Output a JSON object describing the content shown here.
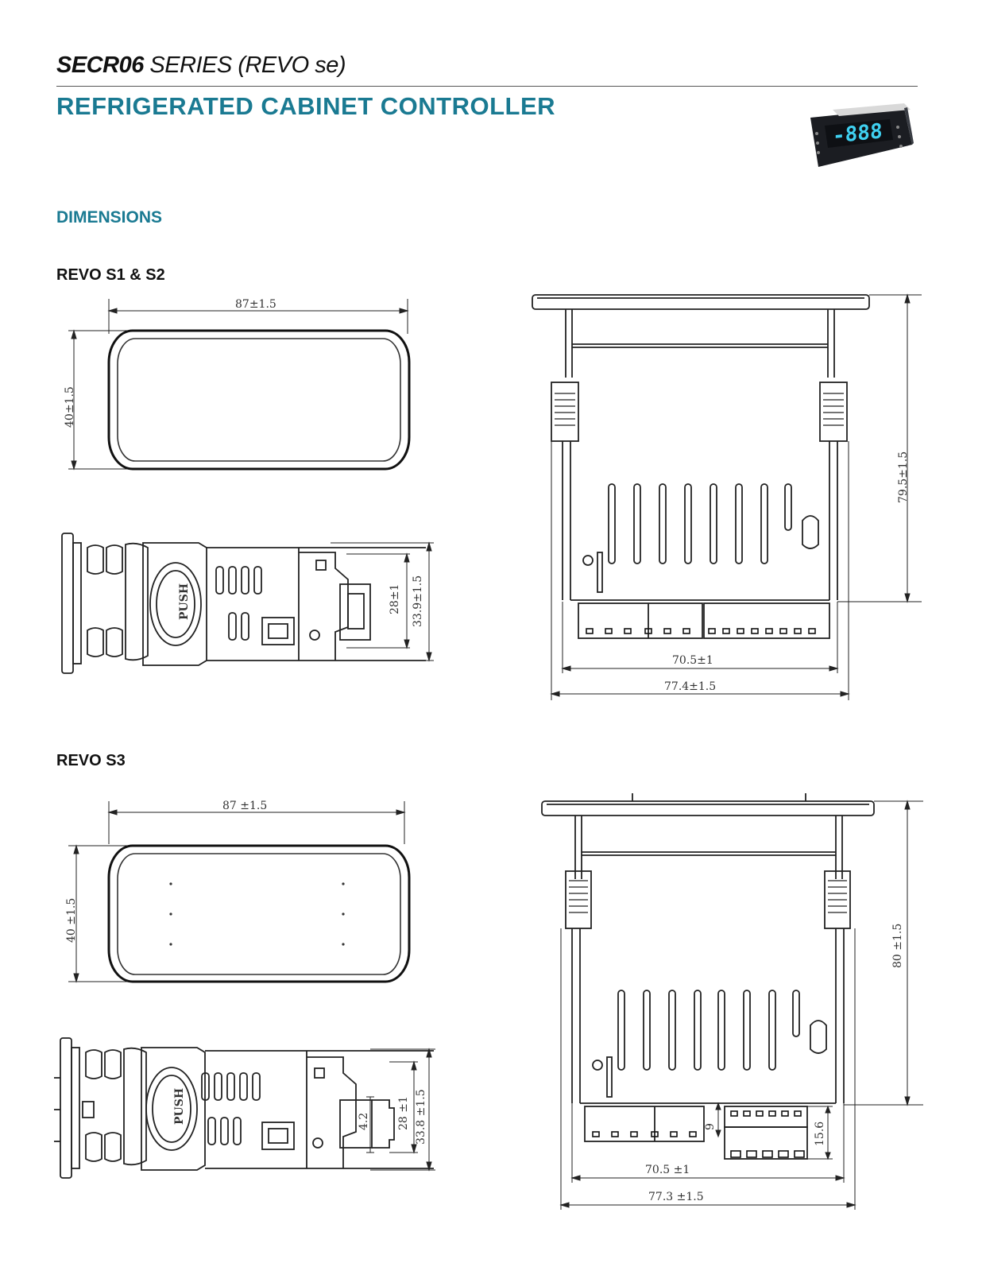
{
  "header": {
    "series_code": "SECR06",
    "series_rest": " SERIES (REVO se)",
    "title": "REFRIGERATED CABINET CONTROLLER"
  },
  "product_image": {
    "display": "-888",
    "display_color": "#3fd0f0"
  },
  "section": {
    "title": "DIMENSIONS",
    "variants": [
      {
        "name": "REVO S1 & S2",
        "front": {
          "width": "87±1.5",
          "height": "40±1.5"
        },
        "side": {
          "height_inner": "28±1",
          "height_outer": "33.9±1.5",
          "push_label": "PUSH"
        },
        "top": {
          "depth": "79.5±1.5",
          "width_inner": "70.5±1",
          "width_outer": "77.4±1.5"
        }
      },
      {
        "name": "REVO S3",
        "front": {
          "width": "87 ±1.5",
          "height": "40 ±1.5"
        },
        "side": {
          "small": "4.2",
          "height_inner": "28 ±1",
          "height_outer": "33.8 ±1.5",
          "push_label": "PUSH"
        },
        "top": {
          "depth": "80 ±1.5",
          "offset": "9",
          "terminal": "15.6",
          "width_inner": "70.5 ±1",
          "width_outer": "77.3 ±1.5"
        }
      }
    ]
  },
  "colors": {
    "accent": "#1a7a92",
    "text": "#111111"
  }
}
